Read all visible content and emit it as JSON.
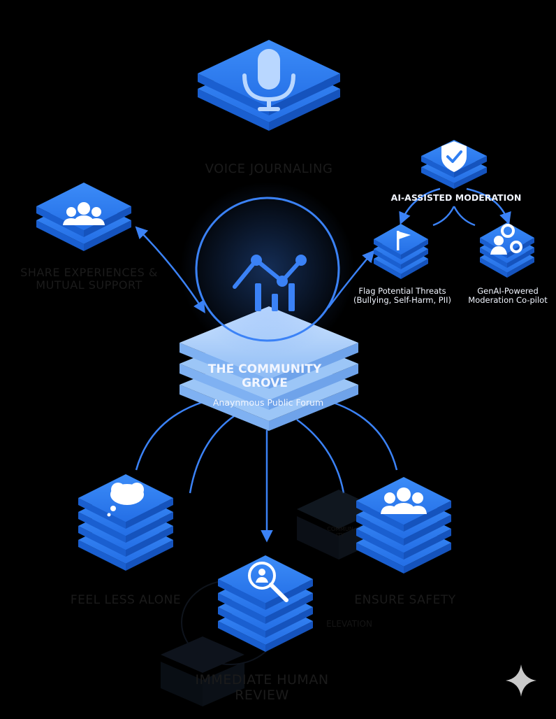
{
  "palette": {
    "background": "#000000",
    "tile_top": "#2f7ff2",
    "tile_side": "#1a5fd0",
    "tile_light_top": "#a9cdfa",
    "tile_light_side": "#7fb1f2",
    "connector": "#3b82f6",
    "icon": "#ffffff"
  },
  "nodes": {
    "voice_journaling": {
      "label": "VOICE JOURNALING",
      "icon": "microphone-icon"
    },
    "share_support": {
      "label_line1": "SHARE EXPERIENCES &",
      "label_line2": "MUTUAL SUPPORT",
      "icon": "users-icon"
    },
    "community_grove": {
      "title_line1": "THE COMMUNITY",
      "title_line2": "GROVE",
      "subtitle": "Anaynmous Public Forum",
      "icon": "analytics-chart-icon"
    },
    "ai_moderation": {
      "label": "AI-ASSISTED MODERATION",
      "icon": "shield-check-icon"
    },
    "flag_threats": {
      "label_line1": "Flag Potential Threats",
      "label_line2": "(Bullying, Self-Harm, PII)",
      "icon": "flag-icon"
    },
    "genai_copilot": {
      "label_line1": "GenAI-Powered",
      "label_line2": "Moderation Co-pilot",
      "icon": "user-gears-icon"
    },
    "feel_less_alone": {
      "label": "FEEL LESS ALONE",
      "icon": "thought-bubble-icon"
    },
    "ensure_safety": {
      "label": "ENSURE SAFETY",
      "icon": "users-icon"
    },
    "immediate_review": {
      "label_line1": "IMMEDIATE HUMAN",
      "label_line2": "REVIEW",
      "icon": "user-search-icon"
    },
    "ghost_node": {
      "label_line1": "COMMUN",
      "label_line2": "ITY",
      "sub_label": "ELEVATION"
    }
  },
  "watermark": {
    "icon": "sparkle-icon"
  }
}
